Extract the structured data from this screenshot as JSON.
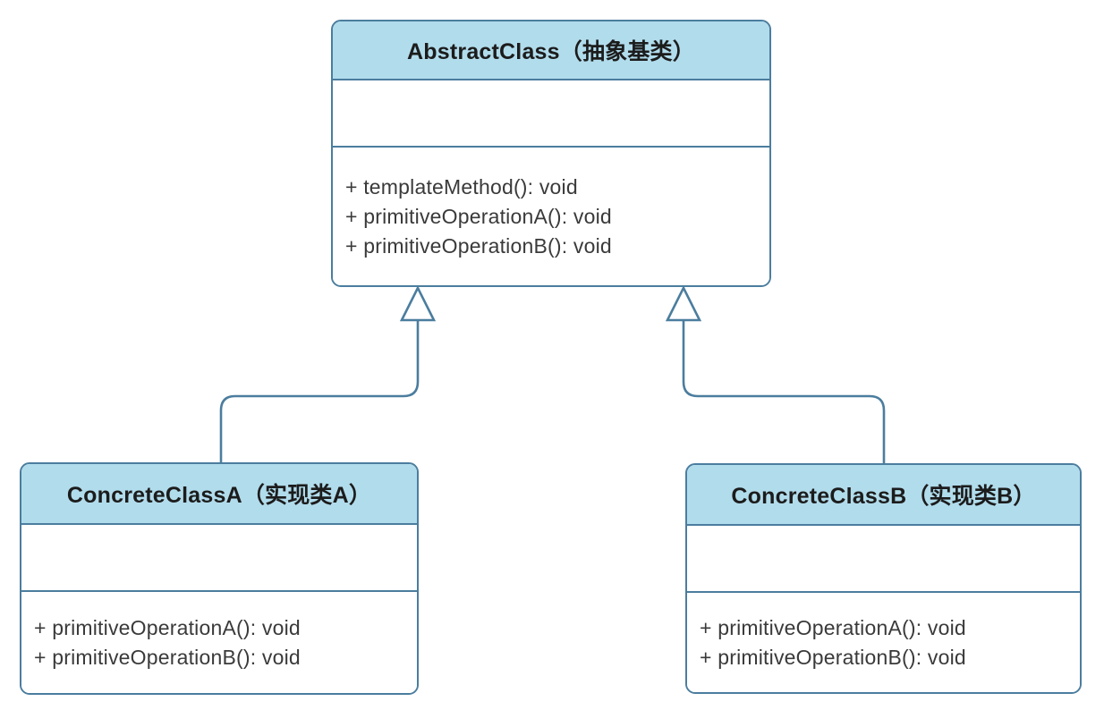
{
  "diagram": {
    "kind": "uml-class-diagram",
    "pattern": "Template Method",
    "colors": {
      "background": "#ffffff",
      "header_fill": "#b1dcec",
      "border": "#4b7d9e",
      "title_text": "#1c1c1c",
      "method_text": "#3a3a3a"
    },
    "classes": [
      {
        "id": "abstract-class",
        "name": "AbstractClass（抽象基类）",
        "attributes": [],
        "methods": [
          "+ templateMethod(): void",
          "+ primitiveOperationA(): void",
          "+ primitiveOperationB(): void"
        ]
      },
      {
        "id": "concrete-class-a",
        "name": "ConcreteClassA（实现类A）",
        "attributes": [],
        "methods": [
          "+ primitiveOperationA(): void",
          "+ primitiveOperationB(): void"
        ]
      },
      {
        "id": "concrete-class-b",
        "name": "ConcreteClassB（实现类B）",
        "attributes": [],
        "methods": [
          "+ primitiveOperationA(): void",
          "+ primitiveOperationB(): void"
        ]
      }
    ],
    "relationships": [
      {
        "from": "concrete-class-a",
        "to": "abstract-class",
        "type": "generalization",
        "arrow": "hollow-triangle"
      },
      {
        "from": "concrete-class-b",
        "to": "abstract-class",
        "type": "generalization",
        "arrow": "hollow-triangle"
      }
    ]
  }
}
